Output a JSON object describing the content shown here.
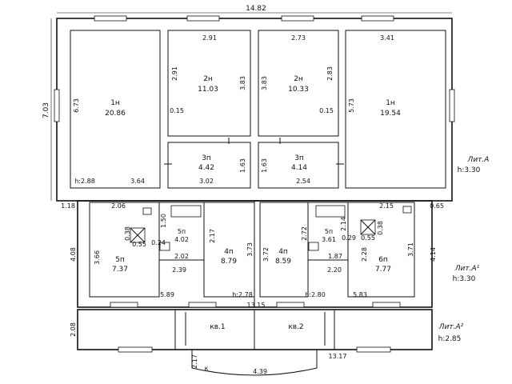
{
  "overall": {
    "top_length": "14.82",
    "left_height": "7.03"
  },
  "lit_labels": {
    "a": {
      "name": "Лит.А",
      "height": "h:3.30"
    },
    "a1": {
      "name": "Лит.А¹",
      "height": "h:3.30"
    },
    "a2": {
      "name": "Лит.А²",
      "height": "h:2.85"
    }
  },
  "rooms": [
    {
      "id": "r1-left",
      "number": "1н",
      "area": "20.86"
    },
    {
      "id": "r2-left",
      "number": "2н",
      "area": "11.03"
    },
    {
      "id": "r2-right",
      "number": "2н",
      "area": "10.33"
    },
    {
      "id": "r1-right",
      "number": "1н",
      "area": "19.54"
    },
    {
      "id": "r3-left",
      "number": "3п",
      "area": "4.42"
    },
    {
      "id": "r3-right",
      "number": "3п",
      "area": "4.14"
    },
    {
      "id": "r5-bath-left",
      "number": "5п",
      "area": "4.02"
    },
    {
      "id": "r5-bath-right",
      "number": "5п",
      "area": "3.61"
    },
    {
      "id": "r5-left",
      "number": "5п",
      "area": "7.37"
    },
    {
      "id": "r4-left",
      "number": "4п",
      "area": "8.79"
    },
    {
      "id": "r4-right",
      "number": "4п",
      "area": "8.59"
    },
    {
      "id": "r6-right",
      "number": "6п",
      "area": "7.77"
    }
  ],
  "apartments": {
    "kv1": "кв.1",
    "kv2": "кв.2"
  },
  "dims": {
    "d_2_91_top": "2.91",
    "d_2_73_top": "2.73",
    "d_3_41_top": "3.41",
    "d_6_73": "6.73",
    "d_2_91_side": "2.91",
    "d_3_83_a": "3.83",
    "d_3_83_b": "3.83",
    "d_2_83": "2.83",
    "d_5_73": "5.73",
    "d_0_15_a": "0.15",
    "d_0_15_b": "0.15",
    "d_1_63_a": "1.63",
    "d_1_63_b": "1.63",
    "d_h288": "h:2.88",
    "d_3_64": "3.64",
    "d_3_02": "3.02",
    "d_2_54": "2.54",
    "d_1_18": "1.18",
    "d_2_06": "2.06",
    "d_1_50": "1.50",
    "d_2_17": "2.17",
    "d_0_38_a": "0.38",
    "d_0_55_a": "0.55",
    "d_0_24": "0.24",
    "d_4_08": "4.08",
    "d_3_66": "3.66",
    "d_2_02": "2.02",
    "d_2_39": "2.39",
    "d_3_73": "3.73",
    "d_3_72": "3.72",
    "d_2_72": "2.72",
    "d_2_14": "2.14",
    "d_0_38_b": "0.38",
    "d_0_55_b": "0.55",
    "d_0_29": "0.29",
    "d_1_87": "1.87",
    "d_2_28": "2.28",
    "d_2_20": "2.20",
    "d_3_71": "3.71",
    "d_2_15": "2.15",
    "d_0_65": "0.65",
    "d_4_14": "4.14",
    "d_5_89": "5.89",
    "d_h278": "h:2.78",
    "d_h280": "h:2.80",
    "d_5_83": "5.83",
    "d_13_15": "13.15",
    "d_2_08": "2.08",
    "d_13_17": "13.17",
    "d_2_17_bot": "2.17",
    "d_4_39": "4.39",
    "d_k": "к"
  }
}
